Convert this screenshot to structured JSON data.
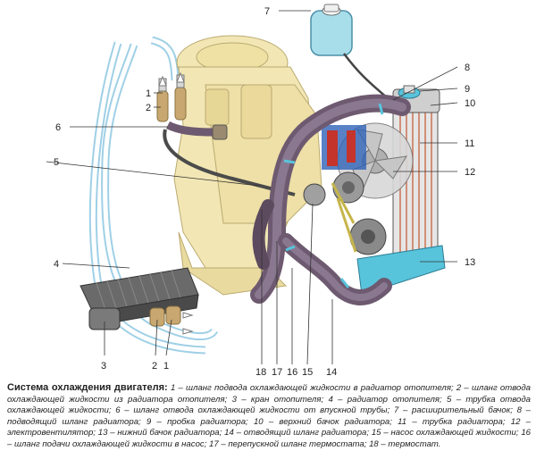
{
  "figure": {
    "callouts": [
      {
        "label": "1"
      },
      {
        "label": "2"
      },
      {
        "label": "3"
      },
      {
        "label": "4"
      },
      {
        "label": "5"
      },
      {
        "label": "6"
      },
      {
        "label": "7"
      },
      {
        "label": "8"
      },
      {
        "label": "9"
      },
      {
        "label": "10"
      },
      {
        "label": "11"
      },
      {
        "label": "12"
      },
      {
        "label": "13"
      },
      {
        "label": "14"
      },
      {
        "label": "15"
      },
      {
        "label": "16"
      },
      {
        "label": "17"
      },
      {
        "label": "18"
      },
      {
        "label": "2"
      },
      {
        "label": "1"
      }
    ],
    "colors": {
      "engine": "#f2e6b0",
      "engine_stroke": "#b8a66a",
      "hose": "#6e5a70",
      "hose_dark": "#4a3a4c",
      "coolant": "#58c4dc",
      "radiator": "#e8e8e8",
      "red": "#c4342c",
      "blue": "#2e62b8"
    }
  },
  "caption": {
    "title": "Система охлаждения двигателя:",
    "body": "1 – шланг подвода охлаждающей жидкости в радиатор отопителя; 2 – шланг отвода охлаждающей жидкости из радиатора отопителя; 3 – кран отопителя; 4 – радиатор отопителя; 5 – трубка отвода охлаждающей жидкости; 6 – шланг отвода охлаждающей жидкости от впускной трубы; 7 – расширительный бачок; 8 – подводящий шланг радиатора; 9 – пробка радиатора; 10 – верхний бачок радиатора; 11 – трубка радиатора; 12 – электровентилятор; 13 – нижний бачок радиатора; 14 – отводящий шланг радиатора; 15 – насос охлаждающей жидкости; 16 – шланг подачи охлаждающей жидкости в насос; 17 – перепускной шланг термостата; 18 – термостат."
  }
}
